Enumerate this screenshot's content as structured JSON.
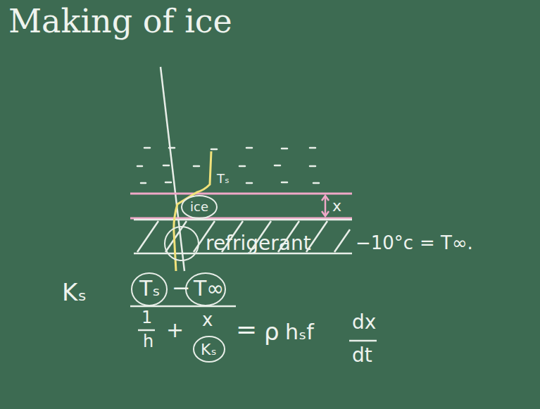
{
  "diagram": {
    "title": "Making of ice",
    "labels": [
      "Tₛ",
      "ice",
      "x",
      "refrigerant",
      "−10°c",
      "= T∞.",
      "Kₛ",
      "Tₛ",
      "−",
      "T∞",
      "1",
      "h",
      "+",
      "x",
      "Kₛ",
      "=",
      "ρ",
      "hₛf",
      "dx",
      "dt"
    ]
  }
}
